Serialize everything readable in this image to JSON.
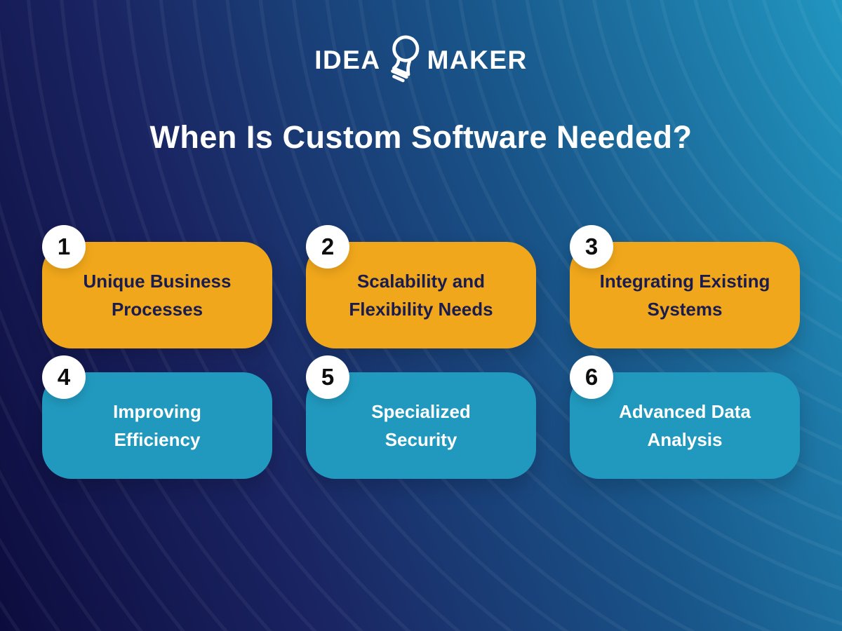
{
  "logo": {
    "text_left": "IDEA",
    "text_right": "MAKER",
    "icon": "lightbulb-icon"
  },
  "title": "When Is Custom Software Needed?",
  "colors": {
    "background_dark": "#0d0c3e",
    "background_light": "#2196c0",
    "card_orange": "#F1A71B",
    "card_teal": "#2199BE",
    "text_navy": "#1B1C4E",
    "text_white": "#FFFFFF",
    "number_circle": "#FFFFFF"
  },
  "cards": [
    {
      "number": "1",
      "variant": "orange",
      "lines": [
        "Unique Business",
        "Processes"
      ]
    },
    {
      "number": "2",
      "variant": "orange",
      "lines": [
        "Scalability and",
        "Flexibility Needs"
      ]
    },
    {
      "number": "3",
      "variant": "orange",
      "lines": [
        "Integrating Existing",
        "Systems"
      ]
    },
    {
      "number": "4",
      "variant": "teal",
      "lines": [
        "Improving",
        "Efficiency"
      ]
    },
    {
      "number": "5",
      "variant": "teal",
      "lines": [
        "Specialized",
        "Security"
      ]
    },
    {
      "number": "6",
      "variant": "teal",
      "lines": [
        "Advanced Data",
        "Analysis"
      ]
    }
  ]
}
